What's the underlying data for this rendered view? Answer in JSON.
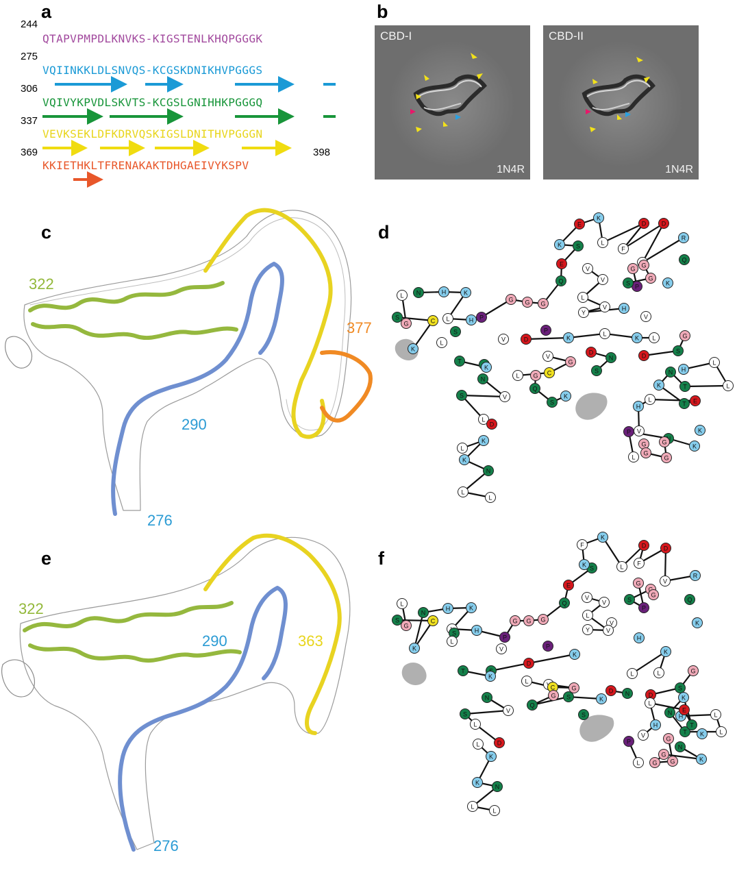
{
  "panels": {
    "a": "a",
    "b": "b",
    "c": "c",
    "d": "d",
    "e": "e",
    "f": "f"
  },
  "sequence": {
    "start_number": "244",
    "end_number": "398",
    "rows": [
      {
        "number": "244",
        "text": "QTAPVPMPDLKNVKS-KIGSTENLKHQPGGGK",
        "color": "#a24a9e"
      },
      {
        "number": "275",
        "text": "VQIINKKLDLSNVQS-KCGSKDNIKHVPGGGS",
        "color": "#1b9ad6"
      },
      {
        "number": "306",
        "text": "VQIVYKPVDLSKVTS-KCGSLGNIHHKPGGGQ",
        "color": "#18953a"
      },
      {
        "number": "337",
        "text": "VEVKSEKLDFKDRVQSKIGSLDNITHVPGGGN",
        "color": "#e8d51c"
      },
      {
        "number": "369",
        "text": "KKIETHKLTFRENAKAKTDHGAEIVYKSPV",
        "color": "#e8572a"
      }
    ]
  },
  "micrographs": [
    {
      "label": "CBD-I",
      "corner": "1N4R"
    },
    {
      "label": "CBD-II",
      "corner": "1N4R"
    }
  ],
  "panel_c": {
    "labels": [
      {
        "text": "322",
        "color": "#93b83a"
      },
      {
        "text": "377",
        "color": "#f08a24"
      },
      {
        "text": "290",
        "color": "#2b9bd4"
      },
      {
        "text": "276",
        "color": "#2b9bd4"
      }
    ]
  },
  "panel_e": {
    "labels": [
      {
        "text": "322",
        "color": "#93b83a"
      },
      {
        "text": "290",
        "color": "#2b9bd4"
      },
      {
        "text": "363",
        "color": "#e8d51c"
      },
      {
        "text": "276",
        "color": "#2b9bd4"
      }
    ]
  },
  "residue_colors": {
    "hydrophobic": "#ffffff",
    "basic": "#86cdec",
    "acidic": "#d7171d",
    "polar": "#14804a",
    "glycine": "#f0aab8",
    "proline": "#6a207a",
    "cysteine": "#f0e020"
  },
  "schematic_d": [
    [
      "L",
      587,
      431
    ],
    [
      "G",
      593,
      472
    ],
    [
      "S",
      580,
      463
    ],
    [
      "C",
      632,
      468
    ],
    [
      "K",
      603,
      509
    ],
    [
      "N",
      611,
      427
    ],
    [
      "H",
      648,
      426
    ],
    [
      "K",
      680,
      427
    ],
    [
      "L",
      654,
      465
    ],
    [
      "H",
      688,
      467
    ],
    [
      "P",
      703,
      463
    ],
    [
      "G",
      746,
      437
    ],
    [
      "G",
      770,
      441
    ],
    [
      "G",
      793,
      443
    ],
    [
      "Q",
      819,
      410
    ],
    [
      "E",
      820,
      385
    ],
    [
      "S",
      844,
      359
    ],
    [
      "K",
      817,
      357
    ],
    [
      "E",
      846,
      327
    ],
    [
      "K",
      874,
      318
    ],
    [
      "L",
      880,
      354
    ],
    [
      "D",
      940,
      326
    ],
    [
      "F",
      910,
      363
    ],
    [
      "D",
      969,
      326
    ],
    [
      "V",
      938,
      383
    ],
    [
      "R",
      998,
      347
    ],
    [
      "G",
      924,
      392
    ],
    [
      "P",
      930,
      418
    ],
    [
      "S",
      917,
      413
    ],
    [
      "G",
      950,
      406
    ],
    [
      "G",
      940,
      387
    ],
    [
      "V",
      943,
      462
    ],
    [
      "Q",
      999,
      379
    ],
    [
      "V",
      858,
      392
    ],
    [
      "V",
      880,
      408
    ],
    [
      "L",
      851,
      434
    ],
    [
      "V",
      883,
      448
    ],
    [
      "Y",
      852,
      456
    ],
    [
      "H",
      911,
      450
    ],
    [
      "K",
      975,
      413
    ],
    [
      "S",
      665,
      484
    ],
    [
      "V",
      735,
      495
    ],
    [
      "L",
      645,
      500
    ],
    [
      "P",
      797,
      482
    ],
    [
      "S",
      707,
      532
    ],
    [
      "D",
      768,
      495
    ],
    [
      "K",
      830,
      493
    ],
    [
      "L",
      883,
      487
    ],
    [
      "K",
      930,
      493
    ],
    [
      "L",
      955,
      493
    ],
    [
      "V",
      800,
      520
    ],
    [
      "G",
      833,
      528
    ],
    [
      "C",
      802,
      544
    ],
    [
      "L",
      756,
      548
    ],
    [
      "D",
      863,
      514
    ],
    [
      "N",
      892,
      522
    ],
    [
      "S",
      871,
      541
    ],
    [
      "K",
      710,
      536
    ],
    [
      "T",
      671,
      527
    ],
    [
      "G",
      782,
      548
    ],
    [
      "Q",
      781,
      567
    ],
    [
      "S",
      806,
      587
    ],
    [
      "K",
      826,
      578
    ],
    [
      "G",
      1000,
      490
    ],
    [
      "S",
      990,
      512
    ],
    [
      "D",
      940,
      519
    ],
    [
      "N",
      705,
      553
    ],
    [
      "V",
      737,
      579
    ],
    [
      "S",
      674,
      577
    ],
    [
      "L",
      706,
      612
    ],
    [
      "D",
      718,
      619
    ],
    [
      "H",
      998,
      539
    ],
    [
      "L",
      1043,
      529
    ],
    [
      "L",
      1063,
      563
    ],
    [
      "T",
      1000,
      564
    ],
    [
      "N",
      979,
      543
    ],
    [
      "K",
      962,
      562
    ],
    [
      "T",
      999,
      589
    ],
    [
      "E",
      1015,
      585
    ],
    [
      "L",
      949,
      583
    ],
    [
      "H",
      932,
      593
    ],
    [
      "V",
      933,
      629
    ],
    [
      "K",
      1022,
      628
    ],
    [
      "L",
      925,
      667
    ],
    [
      "P",
      918,
      630
    ],
    [
      "N",
      976,
      640
    ],
    [
      "K",
      1014,
      651
    ],
    [
      "G",
      940,
      648
    ],
    [
      "G",
      943,
      661
    ],
    [
      "G",
      973,
      668
    ],
    [
      "G",
      970,
      645
    ],
    [
      "L",
      675,
      654
    ],
    [
      "K",
      706,
      643
    ],
    [
      "K",
      678,
      671
    ],
    [
      "N",
      713,
      687
    ],
    [
      "L",
      676,
      718
    ],
    [
      "L",
      716,
      726
    ]
  ],
  "schematic_f": [
    [
      "L",
      587,
      881
    ],
    [
      "G",
      593,
      913
    ],
    [
      "S",
      580,
      905
    ],
    [
      "C",
      632,
      906
    ],
    [
      "K",
      605,
      946
    ],
    [
      "N",
      618,
      894
    ],
    [
      "H",
      654,
      888
    ],
    [
      "K",
      688,
      887
    ],
    [
      "L",
      660,
      918
    ],
    [
      "H",
      696,
      920
    ],
    [
      "P",
      737,
      930
    ],
    [
      "G",
      752,
      906
    ],
    [
      "G",
      772,
      906
    ],
    [
      "G",
      793,
      904
    ],
    [
      "Q",
      824,
      880
    ],
    [
      "E",
      830,
      854
    ],
    [
      "S",
      864,
      829
    ],
    [
      "K",
      853,
      824
    ],
    [
      "F",
      850,
      795
    ],
    [
      "K",
      880,
      784
    ],
    [
      "L",
      908,
      827
    ],
    [
      "D",
      940,
      796
    ],
    [
      "F",
      933,
      822
    ],
    [
      "D",
      972,
      800
    ],
    [
      "V",
      971,
      848
    ],
    [
      "R",
      1015,
      840
    ],
    [
      "G",
      932,
      851
    ],
    [
      "P",
      940,
      887
    ],
    [
      "S",
      919,
      875
    ],
    [
      "G",
      950,
      860
    ],
    [
      "G",
      954,
      868
    ],
    [
      "V",
      893,
      909
    ],
    [
      "Q",
      1007,
      875
    ],
    [
      "V",
      857,
      872
    ],
    [
      "V",
      882,
      879
    ],
    [
      "L",
      858,
      898
    ],
    [
      "V",
      888,
      920
    ],
    [
      "Y",
      858,
      919
    ],
    [
      "H",
      933,
      931
    ],
    [
      "K",
      1018,
      909
    ],
    [
      "S",
      663,
      924
    ],
    [
      "V",
      732,
      947
    ],
    [
      "L",
      660,
      936
    ],
    [
      "P",
      800,
      943
    ],
    [
      "S",
      717,
      979
    ],
    [
      "D",
      772,
      968
    ],
    [
      "K",
      839,
      955
    ],
    [
      "L",
      923,
      983
    ],
    [
      "K",
      972,
      951
    ],
    [
      "L",
      962,
      982
    ],
    [
      "V",
      801,
      999
    ],
    [
      "G",
      838,
      1004
    ],
    [
      "C",
      807,
      1003
    ],
    [
      "L",
      769,
      994
    ],
    [
      "D",
      892,
      1008
    ],
    [
      "N",
      916,
      1012
    ],
    [
      "S",
      852,
      1043
    ],
    [
      "K",
      716,
      987
    ],
    [
      "T",
      676,
      979
    ],
    [
      "G",
      808,
      1015
    ],
    [
      "Q",
      777,
      1029
    ],
    [
      "S",
      830,
      1017
    ],
    [
      "K",
      878,
      1020
    ],
    [
      "G",
      1012,
      979
    ],
    [
      "S",
      993,
      1004
    ],
    [
      "D",
      950,
      1014
    ],
    [
      "N",
      711,
      1018
    ],
    [
      "V",
      742,
      1037
    ],
    [
      "S",
      679,
      1042
    ],
    [
      "L",
      694,
      1057
    ],
    [
      "D",
      729,
      1084
    ],
    [
      "H",
      994,
      1045
    ],
    [
      "L",
      1045,
      1043
    ],
    [
      "L",
      1053,
      1068
    ],
    [
      "T",
      1000,
      1068
    ],
    [
      "N",
      978,
      1040
    ],
    [
      "K",
      998,
      1018
    ],
    [
      "T",
      1010,
      1058
    ],
    [
      "E",
      999,
      1036
    ],
    [
      "L",
      949,
      1026
    ],
    [
      "H",
      957,
      1058
    ],
    [
      "V",
      939,
      1073
    ],
    [
      "K",
      1025,
      1071
    ],
    [
      "L",
      932,
      1113
    ],
    [
      "P",
      918,
      1082
    ],
    [
      "N",
      993,
      1090
    ],
    [
      "K",
      1024,
      1108
    ],
    [
      "G",
      969,
      1101
    ],
    [
      "G",
      956,
      1113
    ],
    [
      "G",
      982,
      1111
    ],
    [
      "G",
      976,
      1078
    ],
    [
      "L",
      698,
      1086
    ],
    [
      "K",
      717,
      1104
    ],
    [
      "K",
      697,
      1142
    ],
    [
      "N",
      726,
      1148
    ],
    [
      "L",
      690,
      1177
    ],
    [
      "L",
      722,
      1183
    ]
  ]
}
